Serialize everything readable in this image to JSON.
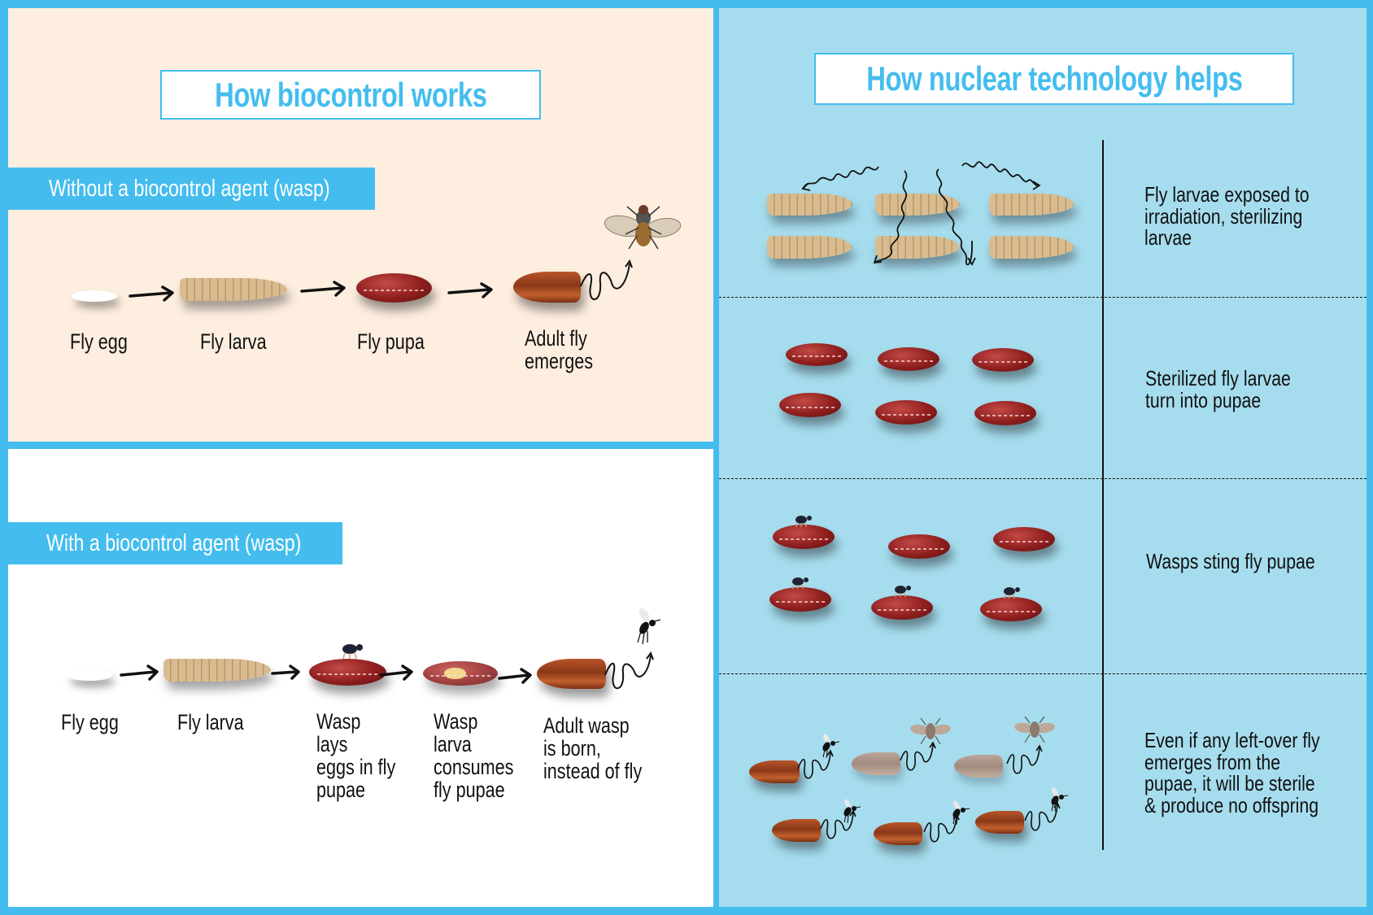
{
  "colors": {
    "border_blue": "#44BDEE",
    "left_top_bg": "#FDEEDF",
    "left_bottom_bg": "#FFFFFF",
    "right_bg": "#A6DDEE",
    "title_text": "#44BDEE"
  },
  "left": {
    "title": "How biocontrol works",
    "without": {
      "banner": "Without a biocontrol agent (wasp)",
      "stages": [
        {
          "icon": "fly-egg",
          "label": "Fly egg"
        },
        {
          "icon": "fly-larva",
          "label": "Fly larva"
        },
        {
          "icon": "fly-pupa",
          "label": "Fly pupa"
        },
        {
          "icon": "emerging-fly",
          "label": "Adult fly\nemerges"
        }
      ]
    },
    "with": {
      "banner": "With a biocontrol agent (wasp)",
      "stages": [
        {
          "icon": "fly-egg",
          "label": "Fly egg"
        },
        {
          "icon": "fly-larva",
          "label": "Fly larva"
        },
        {
          "icon": "pupa-with-wasp",
          "label": "Wasp\nlays\neggs in fly\npupae"
        },
        {
          "icon": "pupa-with-wasp-larva",
          "label": "Wasp\nlarva\nconsumes\nfly pupae"
        },
        {
          "icon": "emerging-wasp",
          "label": "Adult wasp\nis born,\ninstead of fly"
        }
      ]
    }
  },
  "right": {
    "title": "How nuclear technology helps",
    "steps": [
      {
        "icon": "irradiated-larvae",
        "text": "Fly larvae exposed to\nirradiation, sterilizing\nlarvae"
      },
      {
        "icon": "sterile-pupae",
        "text": "Sterilized fly larvae\nturn into pupae"
      },
      {
        "icon": "wasps-on-pupae",
        "text": "Wasps sting fly pupae"
      },
      {
        "icon": "wasps-emerging",
        "text": "Even if any left-over fly\nemerges from the\npupae, it will be sterile\n& produce no offspring"
      }
    ]
  }
}
